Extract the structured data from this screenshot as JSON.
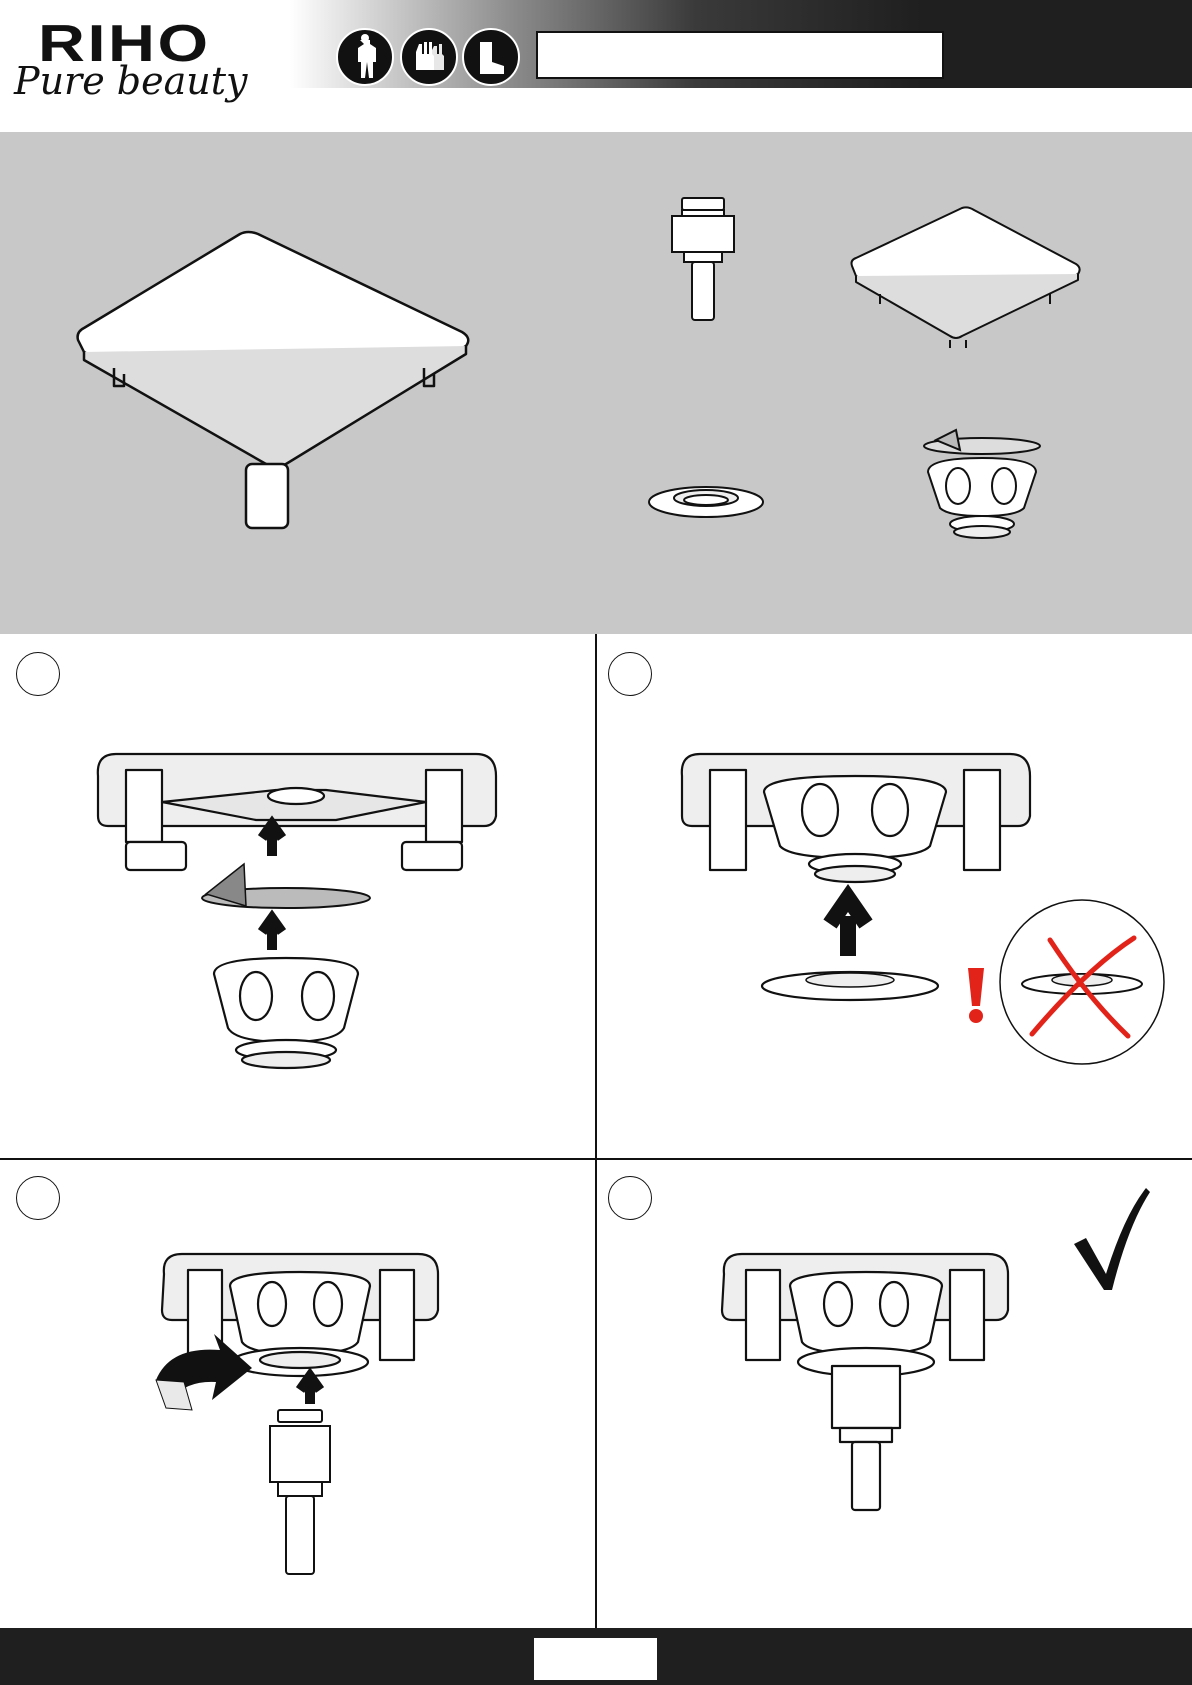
{
  "header": {
    "brand": "RIHO",
    "tagline": "Pure beauty",
    "title": "",
    "ppe_icons": [
      "protective-suit-icon",
      "safety-gloves-icon",
      "safety-boots-icon"
    ]
  },
  "parts": [
    "square-cover-plate",
    "drain-pipe-connector",
    "small-cover-plate",
    "seal-ring",
    "drain-body-with-gasket"
  ],
  "steps": [
    {
      "number": ""
    },
    {
      "number": ""
    },
    {
      "number": ""
    },
    {
      "number": ""
    }
  ],
  "footer": {
    "page_number": ""
  },
  "colors": {
    "panel_gray": "#c8c8c8",
    "header_dark": "#1f1f1f",
    "warning_red": "#e2231a"
  }
}
